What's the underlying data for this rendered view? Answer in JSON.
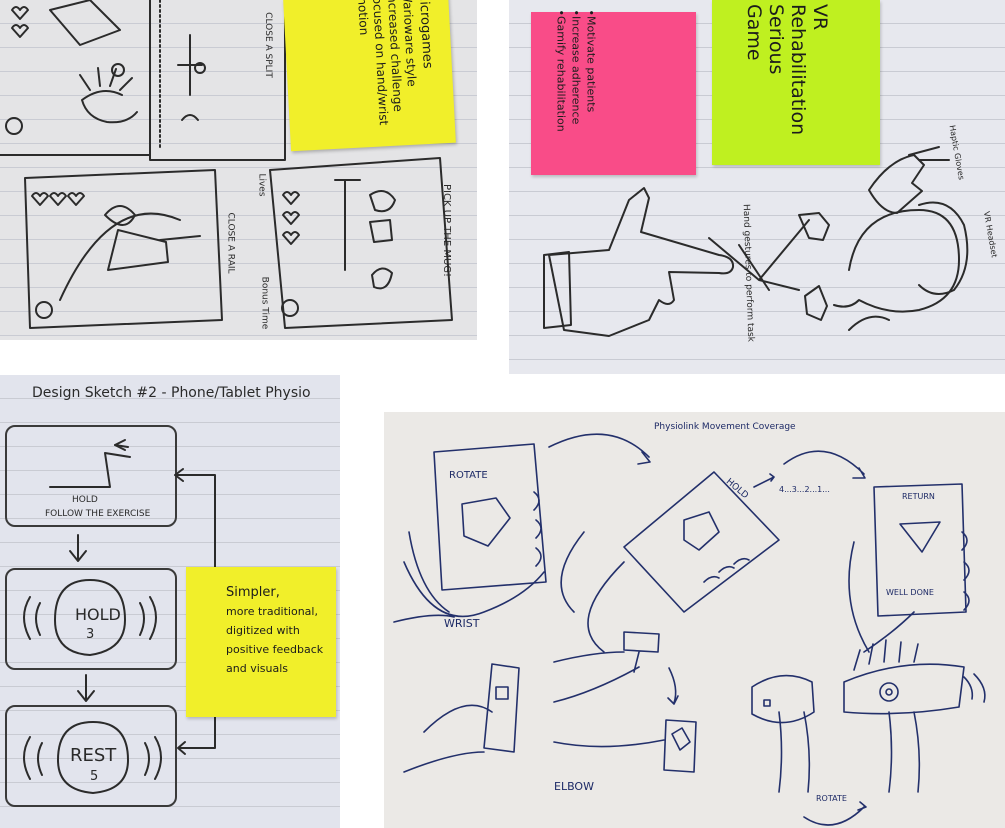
{
  "photo_tl": {
    "note": {
      "title": "Microgames",
      "lines": [
        "Warioware style",
        "increased challenge",
        "focused on hand/wrist motion"
      ]
    },
    "captions": [
      "CLOSE A SPLIT",
      "CLOSE A RAIL",
      "PICK UP THE MUG!",
      "Lives",
      "Bonus Time"
    ]
  },
  "photo_tr": {
    "note_pink": {
      "lines": [
        "•Motivate patients",
        "•Increase adherence",
        "•Gamify rehabilitation"
      ]
    },
    "note_green": {
      "lines": [
        "VR",
        "Rehabilitation",
        "Serious",
        "Game"
      ]
    },
    "labels": [
      "Haptic Gloves",
      "VR Headset",
      "Hand gestures to perform task"
    ]
  },
  "photo_bl": {
    "heading": "Design Sketch #2 - Phone/Tablet Physio",
    "frames": [
      {
        "main": "HOLD",
        "sub": "FOLLOW THE EXERCISE"
      },
      {
        "main": "HOLD",
        "sub": "3"
      },
      {
        "main": "REST",
        "sub": "5"
      }
    ],
    "note": {
      "lines": [
        "Simpler,",
        "more traditional,",
        "digitized with",
        "positive feedback",
        "and visuals"
      ]
    }
  },
  "photo_br": {
    "title": "Physiolink Movement Coverage",
    "labels": {
      "rotate_top": "ROTATE",
      "hold": "HOLD",
      "countdown": "4...3...2...1...",
      "return": "RETURN",
      "well_done": "WELL DONE",
      "wrist": "WRIST",
      "elbow": "ELBOW",
      "rotate_bottom": "ROTATE"
    }
  }
}
